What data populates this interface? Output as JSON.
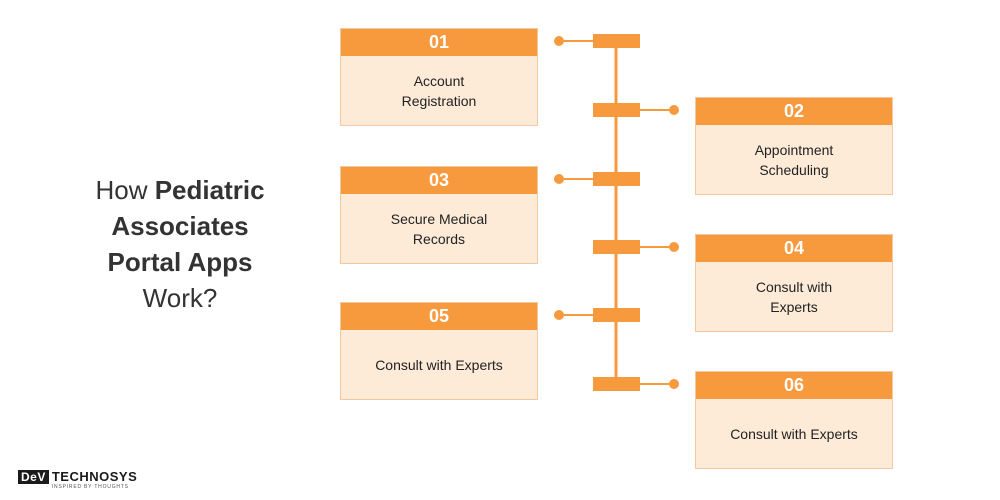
{
  "headline": {
    "prefix": "How",
    "bold_1": "Pediatric",
    "bold_2": "Associates",
    "bold_3": "Portal Apps",
    "suffix": "Work?"
  },
  "steps": [
    {
      "number": "01",
      "label": "Account\nRegistration"
    },
    {
      "number": "02",
      "label": "Appointment\nScheduling"
    },
    {
      "number": "03",
      "label": "Secure Medical\nRecords"
    },
    {
      "number": "04",
      "label": "Consult with\nExperts"
    },
    {
      "number": "05",
      "label": "Consult with Experts"
    },
    {
      "number": "06",
      "label": "Consult with Experts"
    }
  ],
  "logo": {
    "mark": "DeV",
    "name": "TECHNOSYS",
    "tagline": "INSPIRED BY THOUGHTS"
  },
  "colors": {
    "accent": "#f7993d",
    "card_fill": "#fdebd8",
    "text": "#2b2b2b"
  }
}
